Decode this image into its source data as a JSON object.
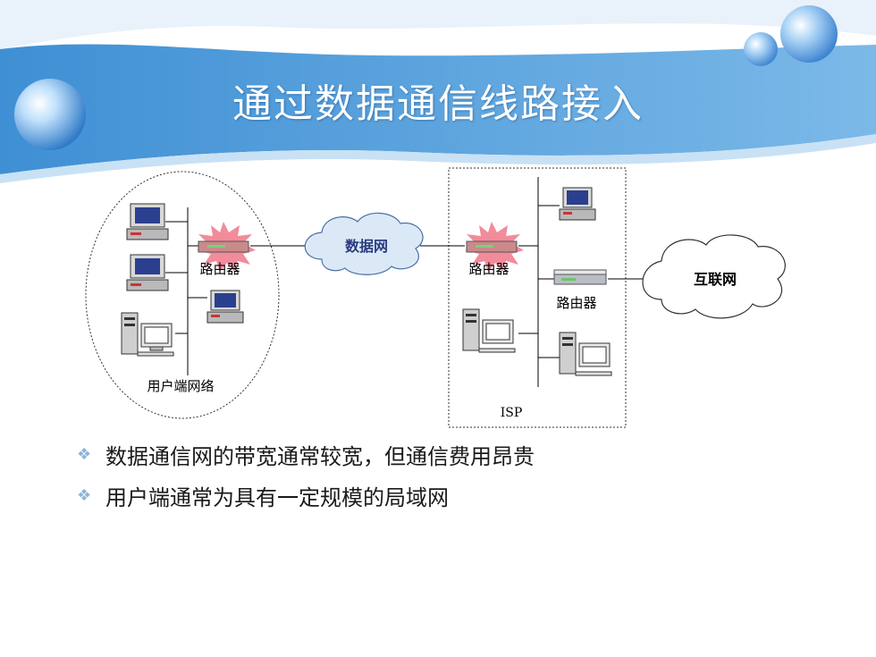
{
  "slide": {
    "title": "通过数据通信线路接入",
    "bullets": [
      "数据通信网的带宽通常较宽，但通信费用昂贵",
      "用户端通常为具有一定规模的局域网"
    ]
  },
  "diagram": {
    "user_network_label": "用户端网络",
    "user_router_label": "路由器",
    "data_network_label": "数据网",
    "isp_router_label": "路由器",
    "isp_gateway_label": "路由器",
    "isp_label": "ISP",
    "internet_label": "互联网"
  },
  "colors": {
    "banner": "#5ba3db",
    "bullet_mark": "#8fb3d9",
    "burst": "#f28b9a",
    "cloud_fill": "#dbe9f7"
  }
}
